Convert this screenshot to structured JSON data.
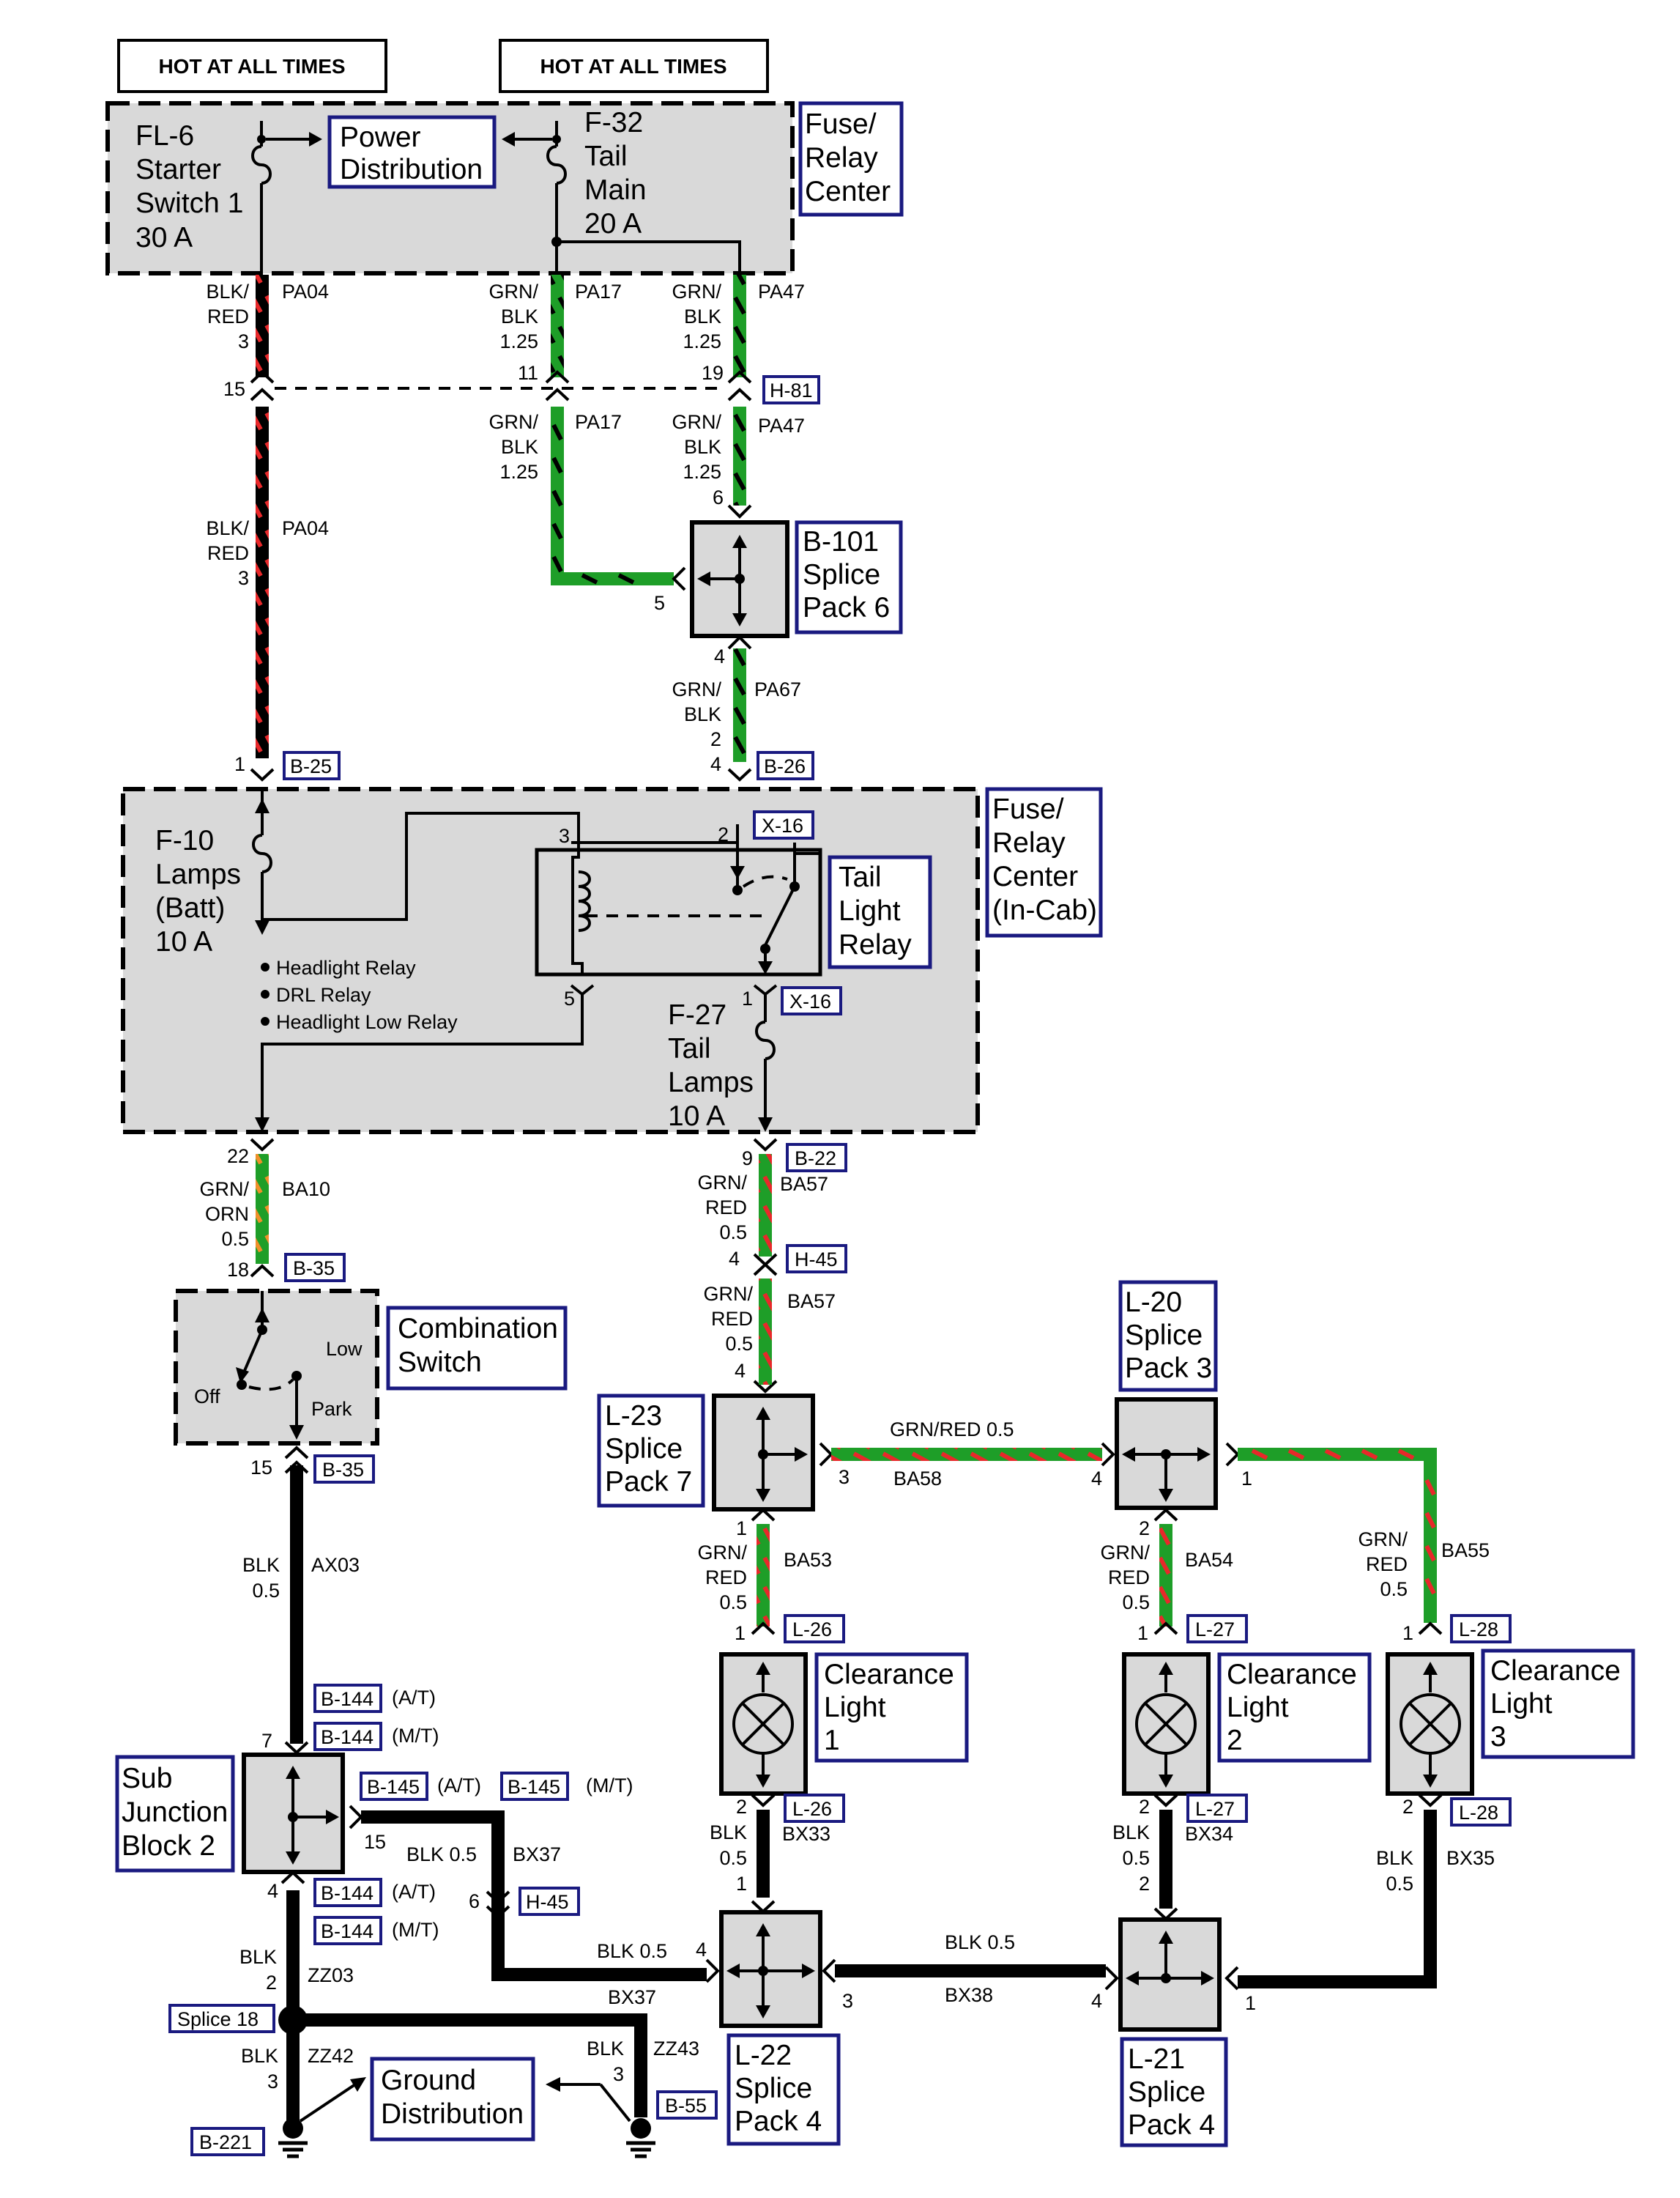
{
  "colors": {
    "black": "#000000",
    "green": "#1e9e28",
    "red": "#e8282a",
    "orange": "#f0902a",
    "gray": "#d9d9d9",
    "navy": "#1a1a80"
  },
  "headers": {
    "hot1": "HOT AT ALL TIMES",
    "hot2": "HOT AT ALL TIMES"
  },
  "fuse_relay_center": {
    "title": [
      "Fuse/",
      "Relay",
      "Center"
    ],
    "fl6": [
      "FL-6",
      "Starter",
      "Switch 1",
      "30 A"
    ],
    "f32": [
      "F-32",
      "Tail",
      "Main",
      "20 A"
    ],
    "power_distribution": [
      "Power",
      "Distribution"
    ]
  },
  "incab": {
    "title": [
      "Fuse/",
      "Relay",
      "Center",
      "(In-Cab)"
    ],
    "f10": [
      "F-10",
      "Lamps",
      "(Batt)",
      "10 A"
    ],
    "relays": [
      "Headlight Relay",
      "DRL Relay",
      "Headlight Low Relay"
    ],
    "tail_relay": [
      "Tail",
      "Light",
      "Relay"
    ],
    "f27": [
      "F-27",
      "Tail",
      "Lamps",
      "10 A"
    ]
  },
  "wires": {
    "pa04": "PA04",
    "pa17": "PA17",
    "pa47": "PA47",
    "pa67": "PA67",
    "ba10": "BA10",
    "ba57": "BA57",
    "ba58": "BA58",
    "ba53": "BA53",
    "ba54": "BA54",
    "ba55": "BA55",
    "ax03": "AX03",
    "bx37": "BX37",
    "bx38": "BX38",
    "bx33": "BX33",
    "bx34": "BX34",
    "bx35": "BX35",
    "zz03": "ZZ03",
    "zz42": "ZZ42",
    "zz43": "ZZ43",
    "blk_red_3": [
      "BLK/",
      "RED",
      "3"
    ],
    "grn_blk_125": [
      "GRN/",
      "BLK",
      "1.25"
    ],
    "grn_blk": [
      "GRN/",
      "BLK"
    ],
    "grn_orn_05": [
      "GRN/",
      "ORN",
      "0.5"
    ],
    "grn_red_05": [
      "GRN/",
      "RED",
      "0.5"
    ],
    "grn_red_05_inline": "GRN/RED 0.5",
    "blk_05": [
      "BLK",
      "0.5"
    ],
    "blk_05_inline": "BLK 0.5",
    "blk": "BLK"
  },
  "pins": {
    "p15": "15",
    "p11": "11",
    "p19": "19",
    "p6": "6",
    "p5": "5",
    "p4": "4",
    "p2": "2",
    "p1": "1",
    "p3": "3",
    "p22": "22",
    "p18": "18",
    "p9": "9",
    "p7": "7"
  },
  "connectors": {
    "h81": "H-81",
    "b25": "B-25",
    "b26": "B-26",
    "x16": "X-16",
    "b22": "B-22",
    "h45": "H-45",
    "b35": "B-35",
    "l26": "L-26",
    "l27": "L-27",
    "l28": "L-28",
    "b144": "B-144",
    "b145": "B-145",
    "splice18": "Splice 18",
    "b221": "B-221",
    "b55": "B-55",
    "at": "(A/T)",
    "mt": "(M/T)"
  },
  "components": {
    "b101": [
      "B-101",
      "Splice",
      "Pack 6"
    ],
    "combo": [
      "Combination",
      "Switch"
    ],
    "combo_pos": {
      "off": "Off",
      "low": "Low",
      "park": "Park"
    },
    "l23": [
      "L-23",
      "Splice",
      "Pack 7"
    ],
    "l20": [
      "L-20",
      "Splice",
      "Pack 3"
    ],
    "clear1": [
      "Clearance",
      "Light",
      "1"
    ],
    "clear2": [
      "Clearance",
      "Light",
      "2"
    ],
    "clear3": [
      "Clearance",
      "Light",
      "3"
    ],
    "sub_junction": [
      "Sub",
      "Junction",
      "Block 2"
    ],
    "l22": [
      "L-22",
      "Splice",
      "Pack 4"
    ],
    "l21": [
      "L-21",
      "Splice",
      "Pack 4"
    ],
    "ground": [
      "Ground",
      "Distribution"
    ]
  }
}
